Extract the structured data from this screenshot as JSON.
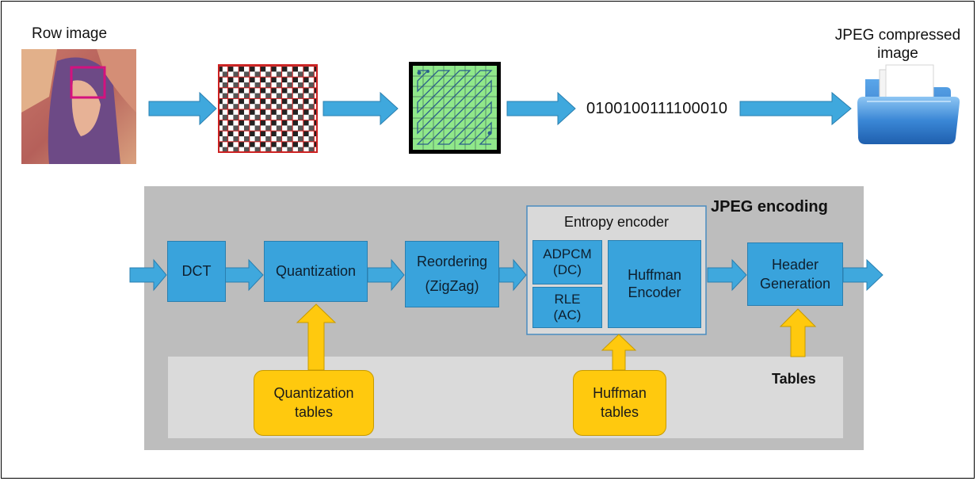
{
  "top": {
    "raw_label": "Row image",
    "bitstream": "0100100111100010",
    "output_label_line1": "JPEG compressed",
    "output_label_line2": "image"
  },
  "encoder": {
    "title": "JPEG encoding",
    "dct": "DCT",
    "quantization": "Quantization",
    "reordering_line1": "Reordering",
    "reordering_line2": "(ZigZag)",
    "entropy_title": "Entropy encoder",
    "adpcm_line1": "ADPCM",
    "adpcm_line2": "(DC)",
    "rle_line1": "RLE",
    "rle_line2": "(AC)",
    "huffman_encoder_line1": "Huffman",
    "huffman_encoder_line2": "Encoder",
    "header_line1": "Header",
    "header_line2": "Generation",
    "tables_label": "Tables",
    "quant_tables_line1": "Quantization",
    "quant_tables_line2": "tables",
    "huff_tables_line1": "Huffman",
    "huff_tables_line2": "tables"
  },
  "colors": {
    "block_blue": "#39a3dc",
    "arrow_blue": "#3fa8dd",
    "table_yellow": "#ffc90e",
    "panel_gray": "#bdbdbd",
    "tables_band": "#dadada",
    "dct_grid_red": "#cc2222",
    "zigzag_green": "#90e88a"
  }
}
